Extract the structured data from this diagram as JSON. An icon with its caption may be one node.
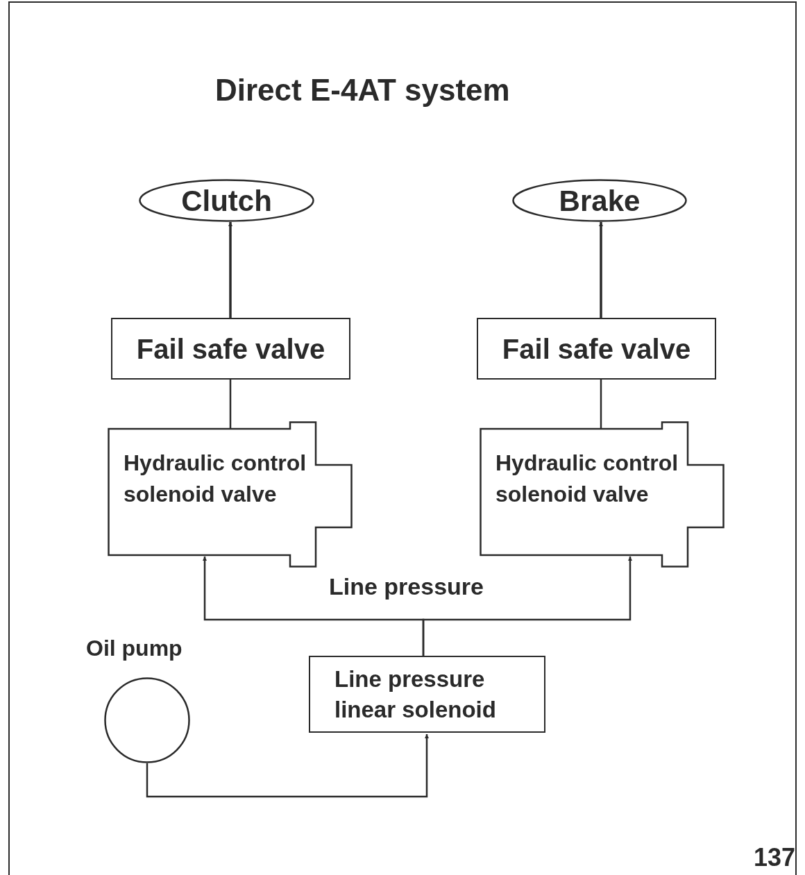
{
  "diagram": {
    "title": "Direct E-4AT system",
    "nodes": [
      {
        "text": [
          "Clutch"
        ]
      },
      {
        "text": [
          "Brake"
        ]
      },
      {
        "text": [
          "Fail safe valve"
        ]
      },
      {
        "text": [
          "Fail safe valve"
        ]
      },
      {
        "text": [
          "Hydraulic control solenoid valve"
        ]
      },
      {
        "text": [
          "Hydraulic control solenoid valve"
        ]
      },
      {
        "text": [
          "Oil pump"
        ]
      },
      {
        "text": [
          "Line pressure linear solenoid"
        ]
      }
    ],
    "edges": [
      {
        "from": 2,
        "to": 0,
        "arrow": "to"
      },
      {
        "from": 3,
        "to": 1,
        "arrow": "to"
      },
      {
        "from": 4,
        "to": 2,
        "arrow": "none"
      },
      {
        "from": 5,
        "to": 3,
        "arrow": "none"
      },
      {
        "from": 7,
        "to": 4,
        "arrow": "to",
        "label": "Line pressure"
      },
      {
        "from": 7,
        "to": 5,
        "arrow": "to"
      },
      {
        "from": 6,
        "to": 7,
        "arrow": "to"
      }
    ],
    "labels": [
      "137"
    ]
  }
}
